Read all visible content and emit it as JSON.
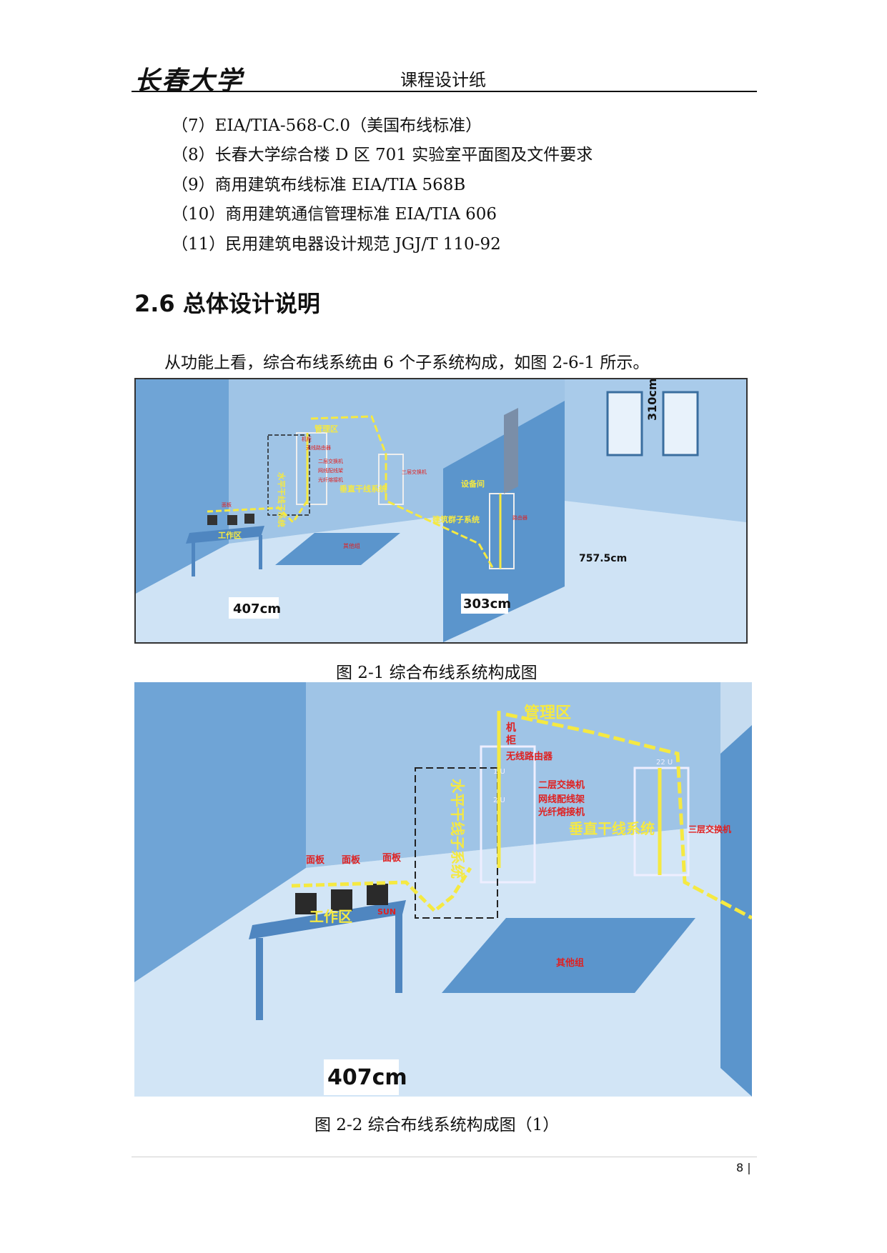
{
  "header": {
    "logo_text": "长春大学",
    "title": "课程设计纸"
  },
  "references": [
    "（7）EIA/TIA-568-C.0（美国布线标准）",
    "（8）长春大学综合楼 D 区 701 实验室平面图及文件要求",
    "（9）商用建筑布线标准 EIA/TIA 568B",
    "（10）商用建筑通信管理标准 EIA/TIA 606",
    "（11）民用建筑电器设计规范 JGJ/T 110-92"
  ],
  "section": {
    "heading": "2.6 总体设计说明",
    "intro": "从功能上看，综合布线系统由 6 个子系统构成，如图 2-6-1 所示。"
  },
  "figure1": {
    "caption": "图 2-1 综合布线系统构成图",
    "labels": {
      "height_dim": "310cm",
      "room_width": "407cm",
      "room_mid": "303cm",
      "room_depth": "757.5cm",
      "management_area": "管理区",
      "horizontal_subsystem": "水平干线子系统",
      "work_area": "工作区",
      "vertical_subsystem": "垂直干线系统",
      "equipment_room": "设备间",
      "building_subsystem": "建筑群子系统",
      "other_group": "其他组",
      "l3_switch": "三层交换机",
      "router": "路由器",
      "cabinet": "机柜",
      "wifi_router": "无线路由器",
      "l2_switch": "二层交换机",
      "patch_panel": "网线配线架",
      "fiber_splice": "光纤熔接机",
      "panel": "面板"
    }
  },
  "figure2": {
    "caption": "图 2-2 综合布线系统构成图（1）",
    "labels": {
      "management_area": "管理区",
      "cabinet_1": "机",
      "cabinet_2": "柜",
      "wifi_router": "无线路由器",
      "l2_switch": "二层交换机",
      "patch_panel": "网线配线架",
      "fiber_splice": "光纤熔接机",
      "horizontal_subsystem": "水平干线子系统",
      "vertical_subsystem": "垂直干线系统",
      "l3_switch": "三层交换机",
      "panel": "面板",
      "work_area": "工作区",
      "sun": "SUN",
      "other_group": "其他组",
      "room_width": "407cm",
      "rack_unit_1": "1 U",
      "rack_unit_2": "2 U",
      "rack_unit_22": "22 U"
    }
  },
  "footer": {
    "page_number": "8 |"
  }
}
